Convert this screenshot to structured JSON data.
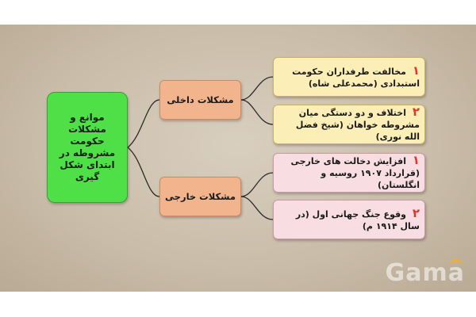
{
  "diagram": {
    "root": {
      "label": "موانع و مشکلات حکومت مشروطه در ابتدای شکل گیری"
    },
    "branches": [
      {
        "label": "مشکلات داخلی",
        "items": [
          {
            "number": "۱",
            "text": "مخالفت طرفداران حکومت استبدادی (محمدعلی شاه)"
          },
          {
            "number": "۲",
            "text": "اختلاف و دو دستگی میان مشروطه خواهان (شیخ فضل الله نوری)"
          }
        ]
      },
      {
        "label": "مشکلات خارجی",
        "items": [
          {
            "number": "۱",
            "text": "افزایش دخالت های خارجی (قرارداد ۱۹۰۷ روسیه و انگلستان)"
          },
          {
            "number": "۲",
            "text": "وقوع جنگ جهانی اول (در سال ۱۹۱۴ م)"
          }
        ]
      }
    ]
  },
  "watermark": {
    "text": "Gama"
  },
  "colors": {
    "root": "#4fe047",
    "branch": "#f2b48c",
    "internal_items": "#fbeeb6",
    "external_items": "#f8dde3",
    "number": "#e2362b",
    "background": "#cfc3af"
  }
}
